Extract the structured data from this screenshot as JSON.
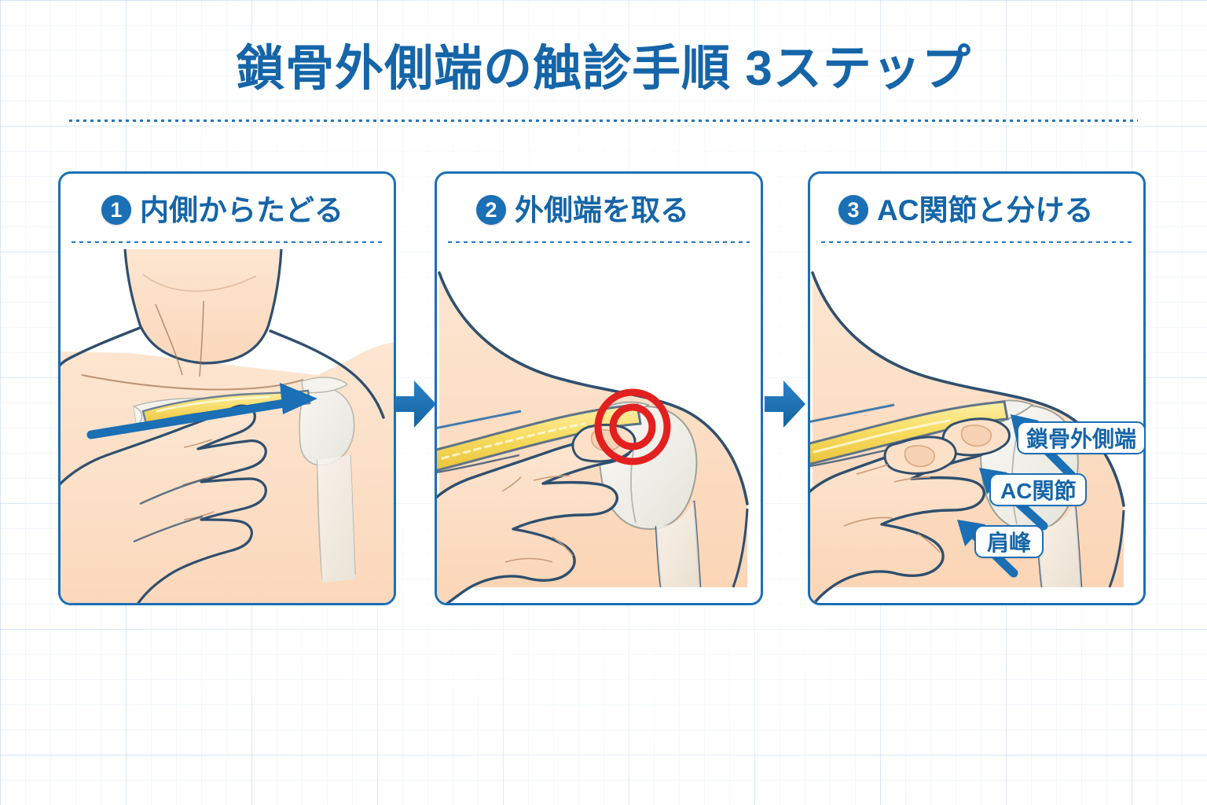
{
  "page": {
    "title": "鎖骨外側端の触診手順 3ステップ",
    "accent_color": "#1a6fb5",
    "title_color": "#1565a8",
    "background_color": "#ffffff",
    "grid_line_color": "#aac8eb",
    "bone_color": "#f1f0ea",
    "clavicle_color": "#f7df72",
    "skin_color": "#fbdfc4",
    "marker_color": "#e32020"
  },
  "steps": [
    {
      "number": "1",
      "label": "内側からたどる",
      "illustration": "neck-and-shoulder-with-hand-tracing-clavicle",
      "has_direction_arrow": true
    },
    {
      "number": "2",
      "label": "外側端を取る",
      "illustration": "shoulder-closeup-finger-on-lateral-clavicle",
      "has_target_marker": true
    },
    {
      "number": "3",
      "label": "AC関節と分ける",
      "illustration": "shoulder-closeup-two-fingers-separating-ac-joint",
      "has_target_marker": false
    }
  ],
  "callouts": [
    {
      "id": "lateral-end",
      "label": "鎖骨外側端"
    },
    {
      "id": "ac-joint",
      "label": "AC関節"
    },
    {
      "id": "acromion",
      "label": "肩峰"
    }
  ],
  "connectors": [
    {
      "id": "step1-to-step2",
      "icon": "right-arrow-icon"
    },
    {
      "id": "step2-to-step3",
      "icon": "right-arrow-icon"
    }
  ]
}
